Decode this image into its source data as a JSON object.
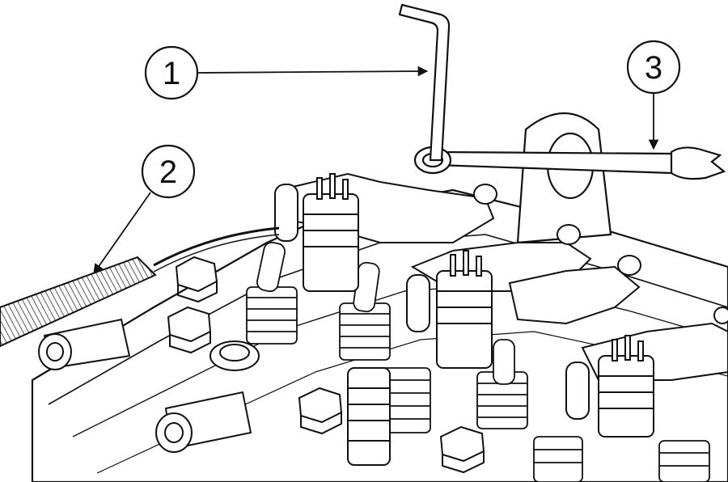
{
  "callouts": [
    {
      "id": "1",
      "label": "1"
    },
    {
      "id": "2",
      "label": "2"
    },
    {
      "id": "3",
      "label": "3"
    }
  ],
  "colors": {
    "ink": "#111111",
    "paper": "#ffffff",
    "shade": "#d9d9d9"
  }
}
